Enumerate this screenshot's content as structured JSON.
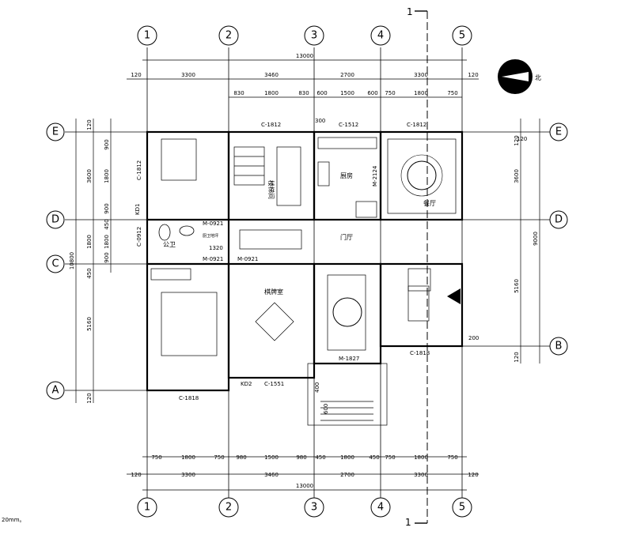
{
  "grid": {
    "columns": [
      "1",
      "2",
      "3",
      "4",
      "5"
    ],
    "rows": [
      "E",
      "D",
      "C",
      "B",
      "A"
    ]
  },
  "dimensions": {
    "total_width": "13000",
    "top_main": [
      "120",
      "3300",
      "3460",
      "2700",
      "3300",
      "120"
    ],
    "top_sub": [
      "830",
      "1800",
      "830",
      "600",
      "1500",
      "600",
      "750",
      "1800",
      "750"
    ],
    "bottom_sub": [
      "750",
      "1800",
      "750",
      "980",
      "1500",
      "980",
      "450",
      "1800",
      "450",
      "750",
      "1800",
      "750"
    ],
    "bottom_main": [
      "120",
      "3300",
      "3460",
      "2700",
      "3300",
      "120"
    ],
    "left_outer": "10800",
    "left_main": [
      "120",
      "3600",
      "1800",
      "450",
      "5160",
      "120"
    ],
    "left_sub": [
      "900",
      "1800",
      "900",
      "450",
      "1800",
      "900"
    ],
    "right_outer": "9000",
    "right_main": [
      "120",
      "3600",
      "5160",
      "120"
    ]
  },
  "section_mark": "1",
  "north": "北",
  "rooms": {
    "stair": "楼梯间",
    "kitchen": "厨房",
    "dining": "餐厅",
    "bathroom": "公卫",
    "foyer": "门厅",
    "chess_room": "棋牌室"
  },
  "openings": {
    "w_c1812_a": "C-1812",
    "w_c1512": "C-1512",
    "w_c1812_b": "C-1812",
    "w_c1812_left": "C-1812",
    "w_c0912": "C-0912",
    "w_c1818_a": "C-1818",
    "w_c1818_b": "C-1818",
    "w_c1551": "C-1551",
    "d_m0921_a": "M-0921",
    "d_m0921_b": "M-0921",
    "d_m0921_c": "M-0921",
    "d_m2124": "M-2124",
    "d_m1827": "M-1827",
    "kd1": "KD1",
    "kd2": "KD2",
    "n300": "300",
    "n1320": "1320",
    "n600": "600",
    "n400": "400",
    "n200": "200",
    "n120": "120"
  },
  "notes": {
    "a": "20mm。",
    "b": "厨卫地坪"
  }
}
